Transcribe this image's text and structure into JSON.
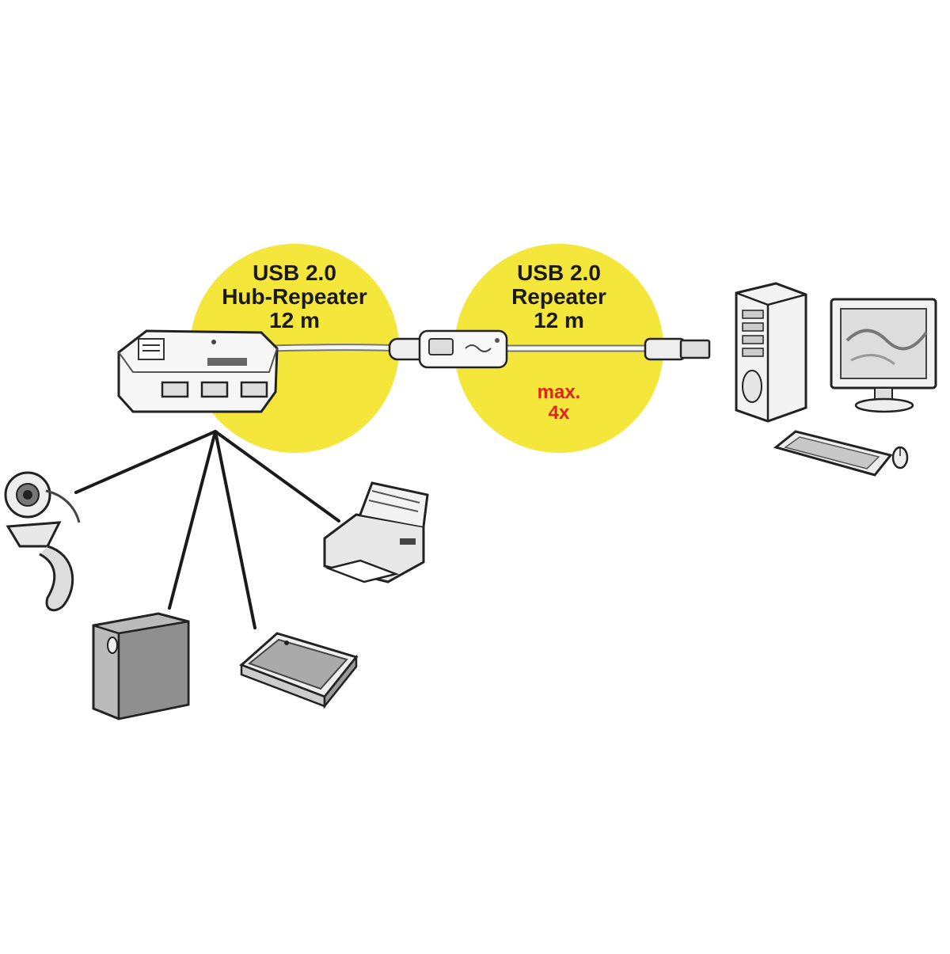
{
  "hub_repeater": {
    "line1": "USB 2.0",
    "line2": "Hub-Repeater",
    "line3": "12 m"
  },
  "repeater": {
    "line1": "USB 2.0",
    "line2": "Repeater",
    "line3": "12 m",
    "max_line1": "max.",
    "max_line2": "4x"
  },
  "colors": {
    "highlight": "#f4e63a",
    "outline": "#1a1a1a",
    "warning_text": "#e2231a"
  },
  "icons": [
    "usb-hub-icon",
    "repeater-cable-icon",
    "pc-tower-icon",
    "monitor-icon",
    "keyboard-icon",
    "mouse-icon",
    "webcam-icon",
    "external-drive-icon",
    "scanner-icon",
    "printer-icon"
  ]
}
